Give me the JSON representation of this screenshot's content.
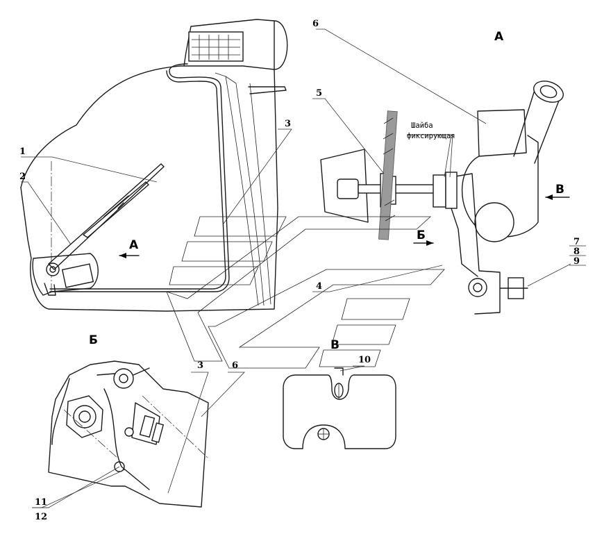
{
  "view_labels": {
    "a": "А",
    "b": "Б",
    "v": "В"
  },
  "arrow_labels": {
    "a": "А",
    "b": "Б",
    "v": "В"
  },
  "note": {
    "line1": "Шайба",
    "line2": "фиксирующая"
  },
  "callouts": {
    "c1": "1",
    "c2": "2",
    "c3": "3",
    "c3b": "3",
    "c4": "4",
    "c5": "5",
    "c6": "6",
    "c6b": "6",
    "c7": "7",
    "c8": "8",
    "c9": "9",
    "c10": "10",
    "c11": "11",
    "c12": "12"
  },
  "icons": [
    "arrow-left-icon",
    "hatch-chevron-icon",
    "bolt-icon",
    "nut-icon"
  ]
}
